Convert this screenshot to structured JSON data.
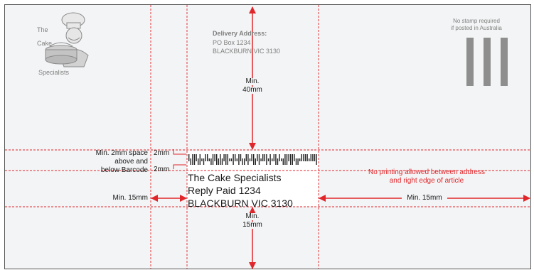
{
  "logo": {
    "line1": "The",
    "line2": "Cake",
    "line3": "Specialists",
    "icon": "chef-holding-cake-icon"
  },
  "delivery": {
    "heading": "Delivery Address:",
    "line1": "PO Box 1234",
    "line2": "BLACKBURN  VIC  3130"
  },
  "stamp": {
    "line1": "No stamp required",
    "line2": "if posted in Australia",
    "icon": "stamp-bars-icon"
  },
  "dimensions": {
    "top_min": "Min.",
    "top_value": "40mm",
    "bottom_min": "Min.",
    "bottom_value": "15mm",
    "left": "Min. 15mm",
    "right": "Min. 15mm",
    "barcode_space_line1": "Min. 2mm space",
    "barcode_space_line2": "above and",
    "barcode_space_line3": "below Barcode",
    "above_barcode": "2mm",
    "below_barcode": "2mm"
  },
  "notice": {
    "line1": "No printing allowed between address",
    "line2": "and right edge of article"
  },
  "return_address": {
    "line1": "The Cake Specialists",
    "line2": "Reply Paid 1234",
    "line3": "BLACKBURN  VIC  3130"
  },
  "colors": {
    "envelope": "#f3f4f5",
    "guide_red": "#e1262b",
    "text_grey": "#808080",
    "bar_grey": "#8e8e8e"
  }
}
